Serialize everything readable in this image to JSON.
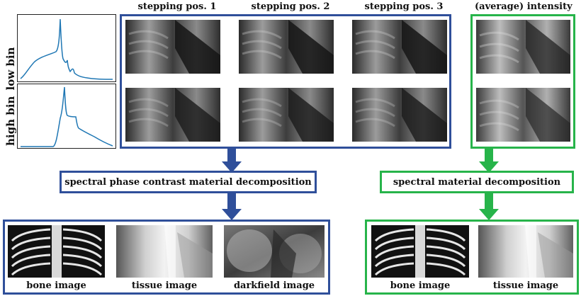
{
  "row_labels": {
    "low_bin": "low bin",
    "high_bin": "high bin"
  },
  "column_headers": [
    "stepping pos. 1",
    "stepping pos. 2",
    "stepping pos. 3",
    "(average) intensity"
  ],
  "process_boxes": {
    "left": "spectral phase contrast material decomposition",
    "right": "spectral material decomposition"
  },
  "output_labels": {
    "left": [
      "bone image",
      "tissue image",
      "darkfield image"
    ],
    "right": [
      "bone image",
      "tissue image"
    ]
  },
  "colors": {
    "blue": "#2f4f9a",
    "green": "#27b44a",
    "curve": "#1f77b4"
  }
}
